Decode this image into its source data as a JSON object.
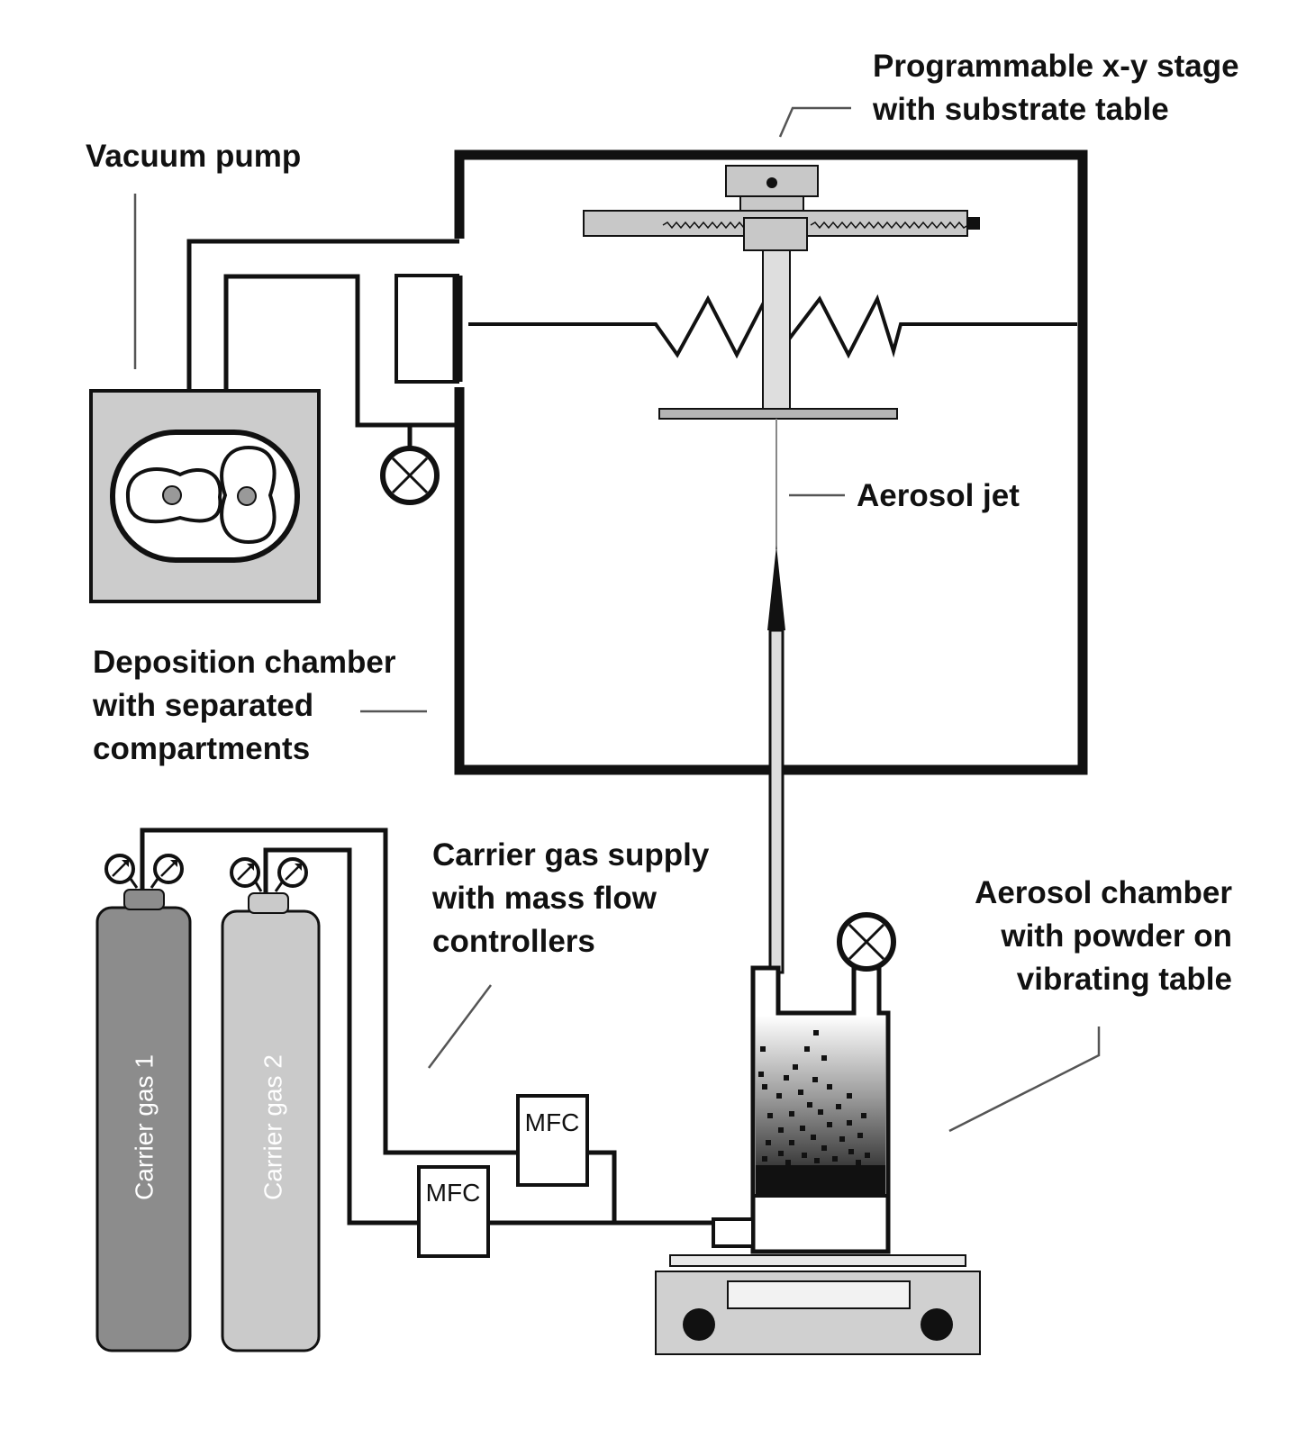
{
  "labels": {
    "stage": [
      "Programmable x-y stage",
      "with substrate table"
    ],
    "vacuum_pump": "Vacuum pump",
    "aerosol_jet": "Aerosol jet",
    "deposition_chamber": [
      "Deposition chamber",
      "with separated",
      "compartments"
    ],
    "carrier_supply": [
      "Carrier gas supply",
      "with mass flow",
      "controllers"
    ],
    "aerosol_chamber": [
      "Aerosol chamber",
      "with powder on",
      "vibrating table"
    ],
    "mfc_upper": "MFC",
    "mfc_lower": "MFC",
    "cylinder_1": "Carrier gas 1",
    "cylinder_2": "Carrier gas 2"
  },
  "colors": {
    "line": "#111111",
    "stage_gray": "#c8c8c8",
    "pump_gray": "#cccccc",
    "cylinder_1": "#8c8c8c",
    "cylinder_2": "#cacaca",
    "leader": "#555555"
  }
}
